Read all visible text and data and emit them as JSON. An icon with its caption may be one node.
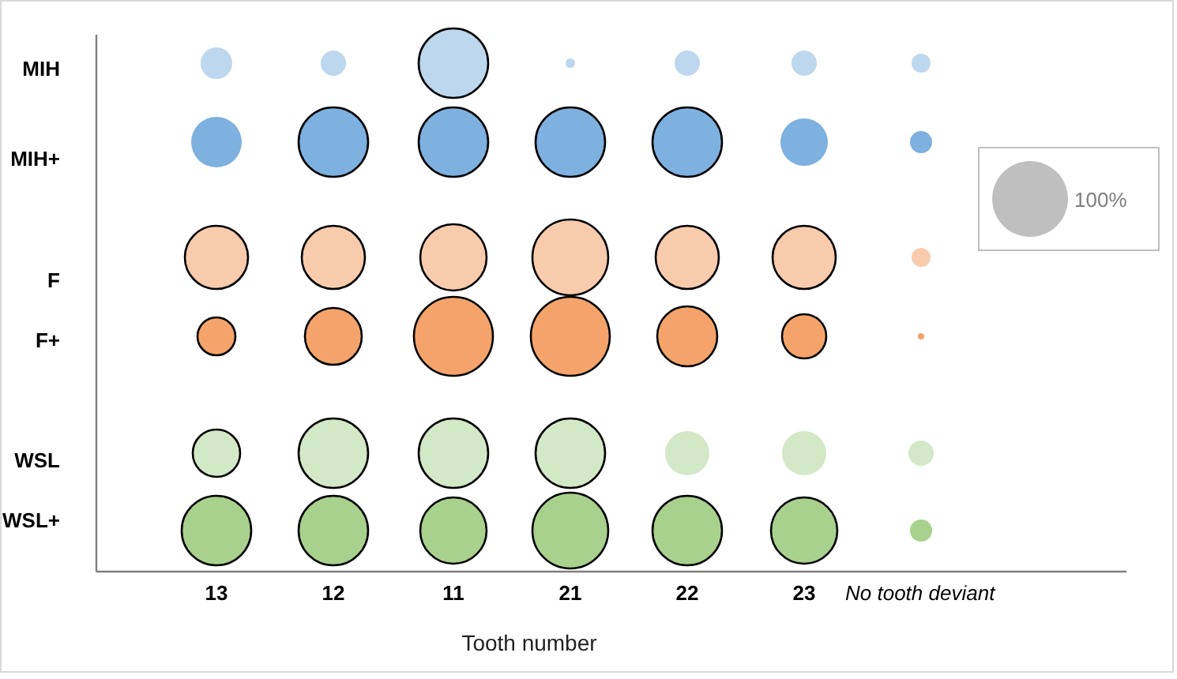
{
  "diagram": {
    "labels": [
      "MIH",
      "MIH+",
      "F",
      "F+",
      "WSL",
      "WSL+",
      "13",
      "12",
      "11",
      "21",
      "22",
      "23",
      "No tooth deviant",
      "Tooth number"
    ],
    "legend": [
      {
        "text": "100%",
        "color": "#bfbfbf"
      }
    ]
  }
}
